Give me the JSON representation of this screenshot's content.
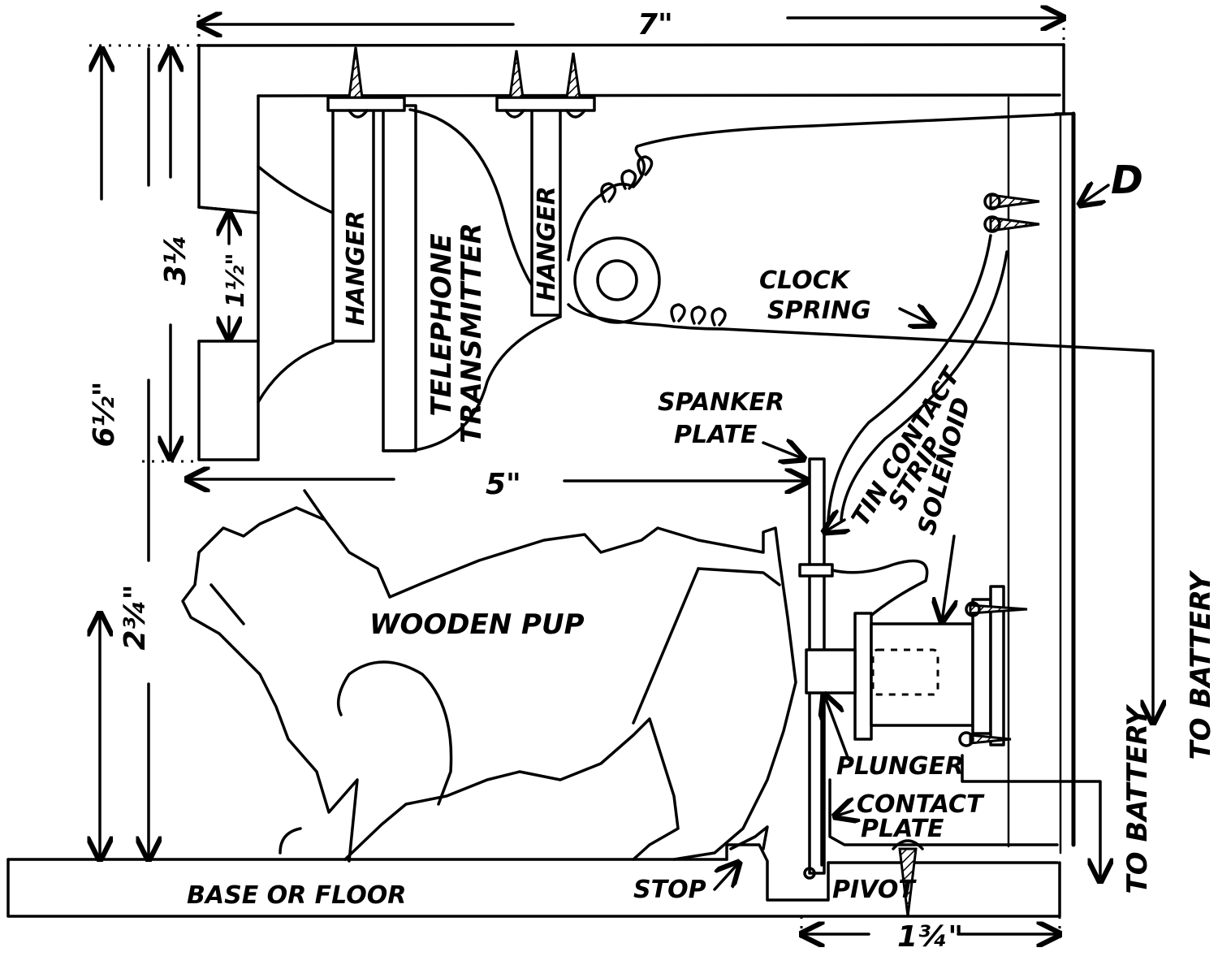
{
  "diagram": {
    "title_marker": "D",
    "dimensions": {
      "overall_width": "7\"",
      "overall_height": "6½\"",
      "transmitter_box_height": "3¼",
      "slot_gap": "1½\"",
      "inner_width": "5\"",
      "pup_height": "2¾\"",
      "solenoid_box_width": "1¾\""
    },
    "labels": {
      "hanger_left": "HANGER",
      "telephone": "TELEPHONE",
      "transmitter": "TRANSMITTER",
      "hanger_right": "HANGER",
      "clock": "CLOCK",
      "spring": "SPRING",
      "spanker": "SPANKER",
      "plate": "PLATE",
      "tin_contact": "TIN CONTACT",
      "strip": "STRIP",
      "solenoid": "SOLENOID",
      "wooden_pup": "WOODEN PUP",
      "plunger": "PLUNGER",
      "contact": "CONTACT",
      "contact_plate": "PLATE",
      "pivot": "PIVOT",
      "stop": "STOP",
      "base": "BASE OR FLOOR",
      "to_battery_1": "TO BATTERY",
      "to_battery_2": "TO BATTERY"
    }
  }
}
